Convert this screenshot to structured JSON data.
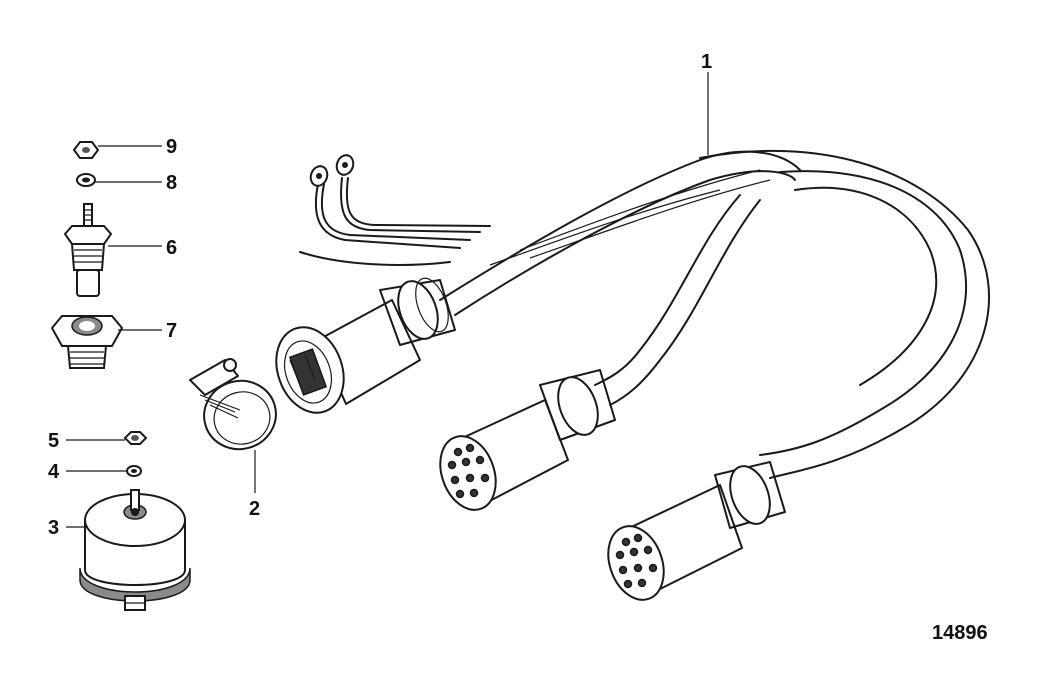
{
  "callouts": [
    {
      "label": "1"
    },
    {
      "label": "2"
    },
    {
      "label": "3"
    },
    {
      "label": "4"
    },
    {
      "label": "5"
    },
    {
      "label": "6"
    },
    {
      "label": "7"
    },
    {
      "label": "8"
    },
    {
      "label": "9"
    }
  ],
  "figure_number": "14896"
}
